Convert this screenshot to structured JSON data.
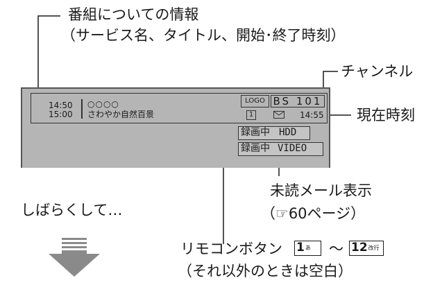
{
  "labels": {
    "program_info": "番組についての情報",
    "program_info_detail": "（サービス名、タイトル、開始･終了時刻）",
    "channel": "チャンネル",
    "current_time": "現在時刻",
    "unread_mail": "未読メール表示",
    "unread_mail_ref": "（☞60ページ）",
    "remote_button_prefix": "リモコンボタン",
    "remote_button_tilde": "～",
    "remote_button_note": "（それ以外のときは空白）",
    "after_while": "しばらくして…"
  },
  "banner": {
    "start_time": "14:50",
    "end_time": "15:00",
    "service_placeholder": "○○○○",
    "title": "さわやか自然百景",
    "logo": "LOGO",
    "channel": "BS 101",
    "remote_button": "1",
    "current_time": "14:55"
  },
  "recording": [
    {
      "status": "録画中",
      "device": "HDD"
    },
    {
      "status": "録画中",
      "device": "VIDEO"
    }
  ],
  "keys": {
    "first": {
      "number": "1",
      "mark": "あ"
    },
    "last": {
      "number": "12",
      "mark": "改行"
    }
  }
}
